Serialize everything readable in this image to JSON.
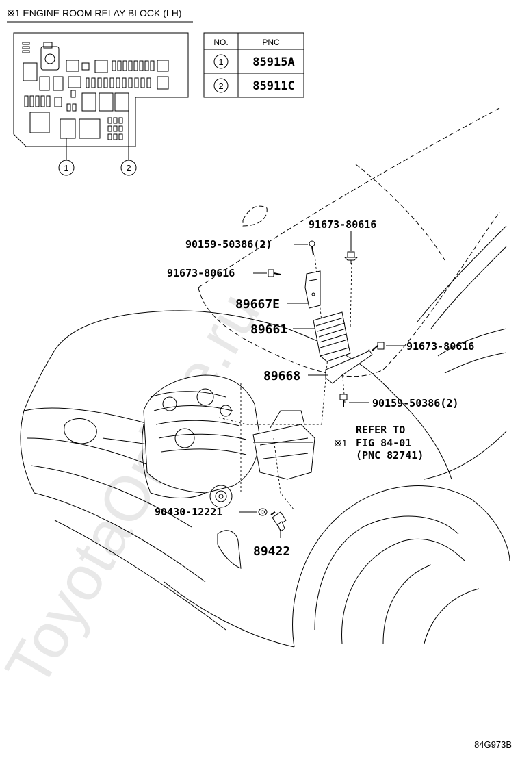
{
  "header": {
    "title": "※1 ENGINE ROOM RELAY BLOCK (LH)"
  },
  "table": {
    "headers": [
      "NO.",
      "PNC"
    ],
    "rows": [
      {
        "no": "1",
        "pnc": "85915A"
      },
      {
        "no": "2",
        "pnc": "85911C"
      }
    ]
  },
  "relay_block_callouts": [
    "1",
    "2"
  ],
  "labels": {
    "bolt_top": "91673-80616",
    "bolt_upper_left": "90159-50386(2)",
    "bolt_mid_left": "91673-80616",
    "bracket": "89667E",
    "ecu": "89661",
    "bolt_right": "91673-80616",
    "bracket_lower": "89668",
    "bolt_lower": "90159-50386(2)",
    "refer_line1": "REFER TO",
    "refer_line2": "FIG 84-01",
    "refer_line3": "(PNC 82741)",
    "refer_mark": "※1",
    "gasket": "90430-12221",
    "sensor": "89422"
  },
  "watermark": "ToyotaOnline.ru",
  "figure_code": "84G973B"
}
